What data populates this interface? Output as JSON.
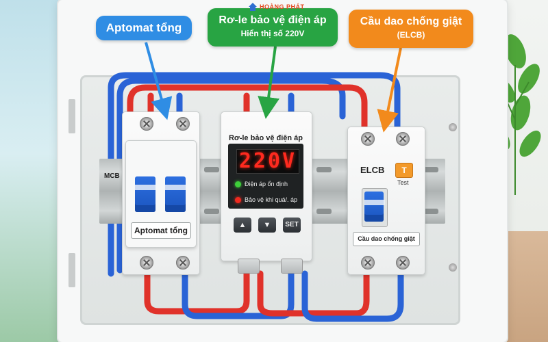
{
  "brand": {
    "logo_text": "HOÀNG PHÁT"
  },
  "callouts": {
    "aptomat": {
      "title": "Aptomat tổng",
      "color": "#2f8de4"
    },
    "relay": {
      "title": "Rơ-le bảo vệ điện áp",
      "subtitle": "Hiển thị số 220V",
      "color": "#28a443"
    },
    "elcb": {
      "title": "Cầu dao chống giật",
      "subtitle": "(ELCB)",
      "color": "#f28a1c"
    }
  },
  "mcb": {
    "side_label": "MCB",
    "label": "Aptomat tổng",
    "lever_color": "#2166d6"
  },
  "relay": {
    "title": "Rơ-le bảo vệ điện áp",
    "display": "220V",
    "indicators": [
      {
        "label": "Điện áp ổn định",
        "color": "#3ecf3a"
      },
      {
        "label": "Bảo vệ khi quá/. áp",
        "color": "#ef2a1f"
      }
    ],
    "buttons": {
      "up": "▲",
      "down": "▼",
      "set": "SET"
    }
  },
  "elcb": {
    "title": "ELCB",
    "test_button": "T",
    "test_label": "Test",
    "label": "Cầu dao chống giật",
    "test_color": "#f39a2a"
  },
  "wire_colors": {
    "live": "#e0322a",
    "neutral": "#2a63d6"
  }
}
